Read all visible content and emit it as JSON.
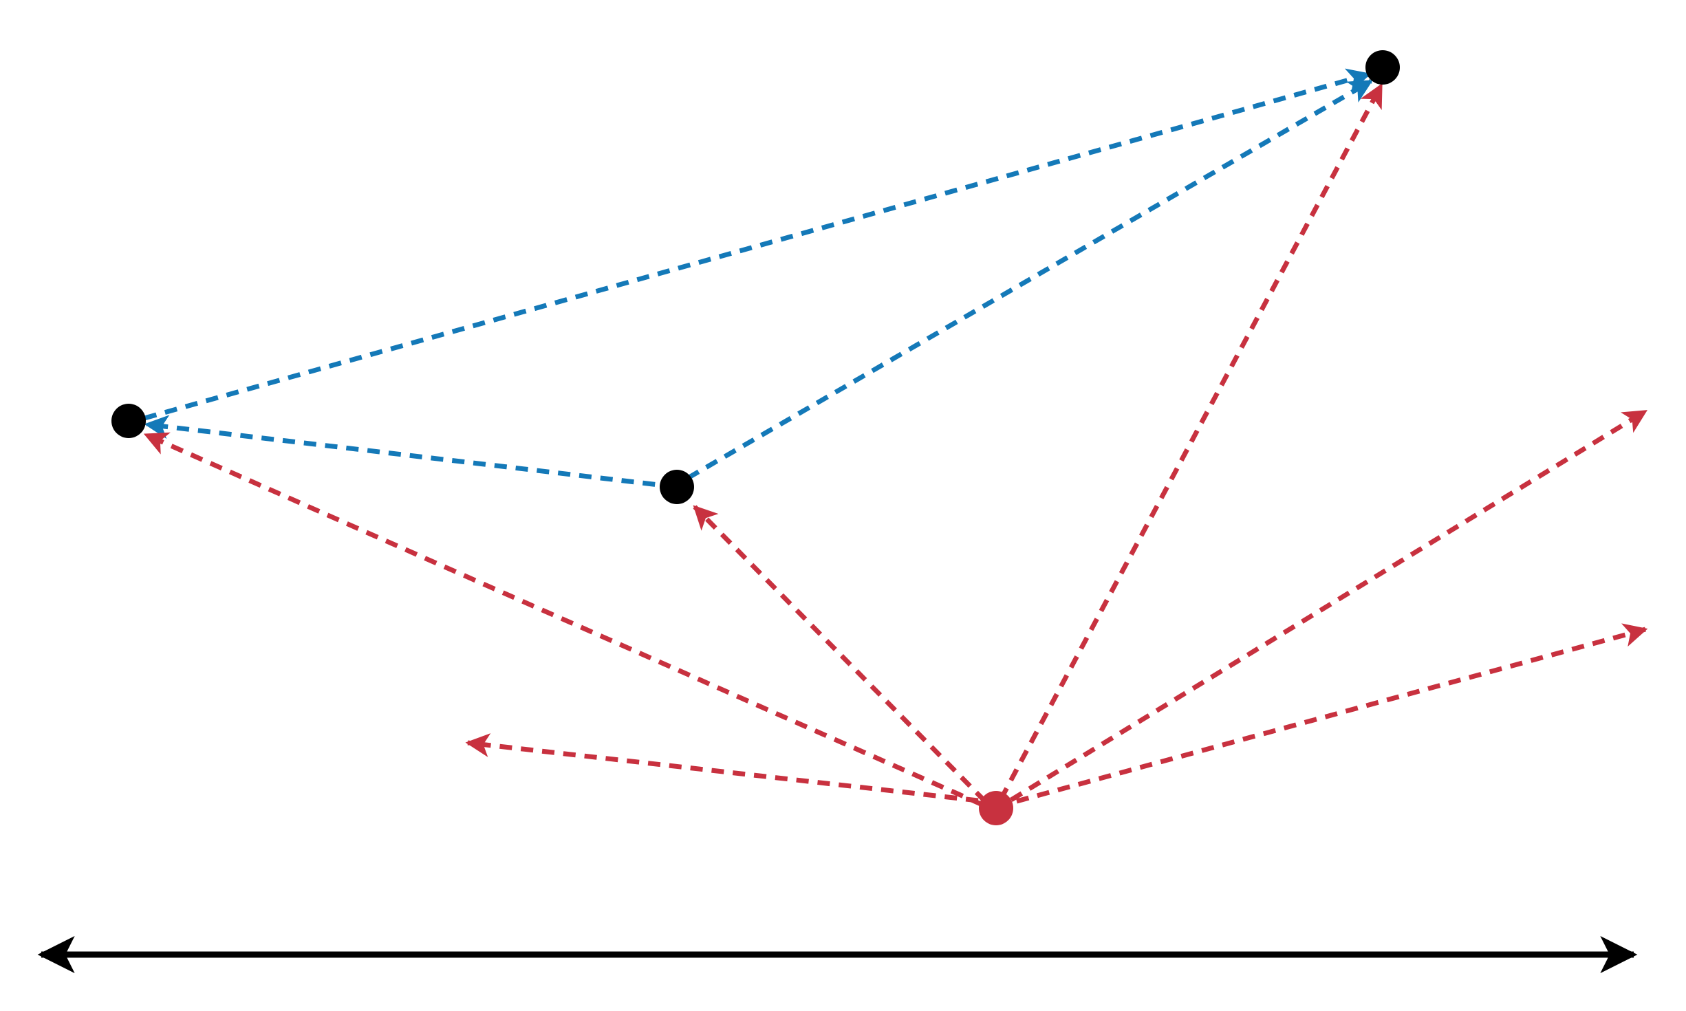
{
  "colors": {
    "background": "#ffffff",
    "node": "#000000",
    "source_node": "#c8313f",
    "red_edge": "#c8313f",
    "blue_edge": "#1479b8",
    "axis": "#000000"
  },
  "nodes": [
    {
      "id": "A",
      "role": "graph-node"
    },
    {
      "id": "B",
      "role": "graph-node"
    },
    {
      "id": "C",
      "role": "graph-node"
    },
    {
      "id": "S",
      "role": "source-node"
    }
  ],
  "blue_edges": [
    {
      "from": "A",
      "to": "C"
    },
    {
      "from": "B",
      "to": "A"
    },
    {
      "from": "B",
      "to": "C"
    }
  ],
  "red_edges": [
    {
      "from": "S",
      "to": "A"
    },
    {
      "from": "S",
      "to": "B"
    },
    {
      "from": "S",
      "to": "C"
    },
    {
      "from": "S",
      "to": "ray-left"
    },
    {
      "from": "S",
      "to": "ray-right-upper"
    },
    {
      "from": "S",
      "to": "ray-right-lower"
    }
  ],
  "axis": {
    "arrows": "both-ends"
  }
}
